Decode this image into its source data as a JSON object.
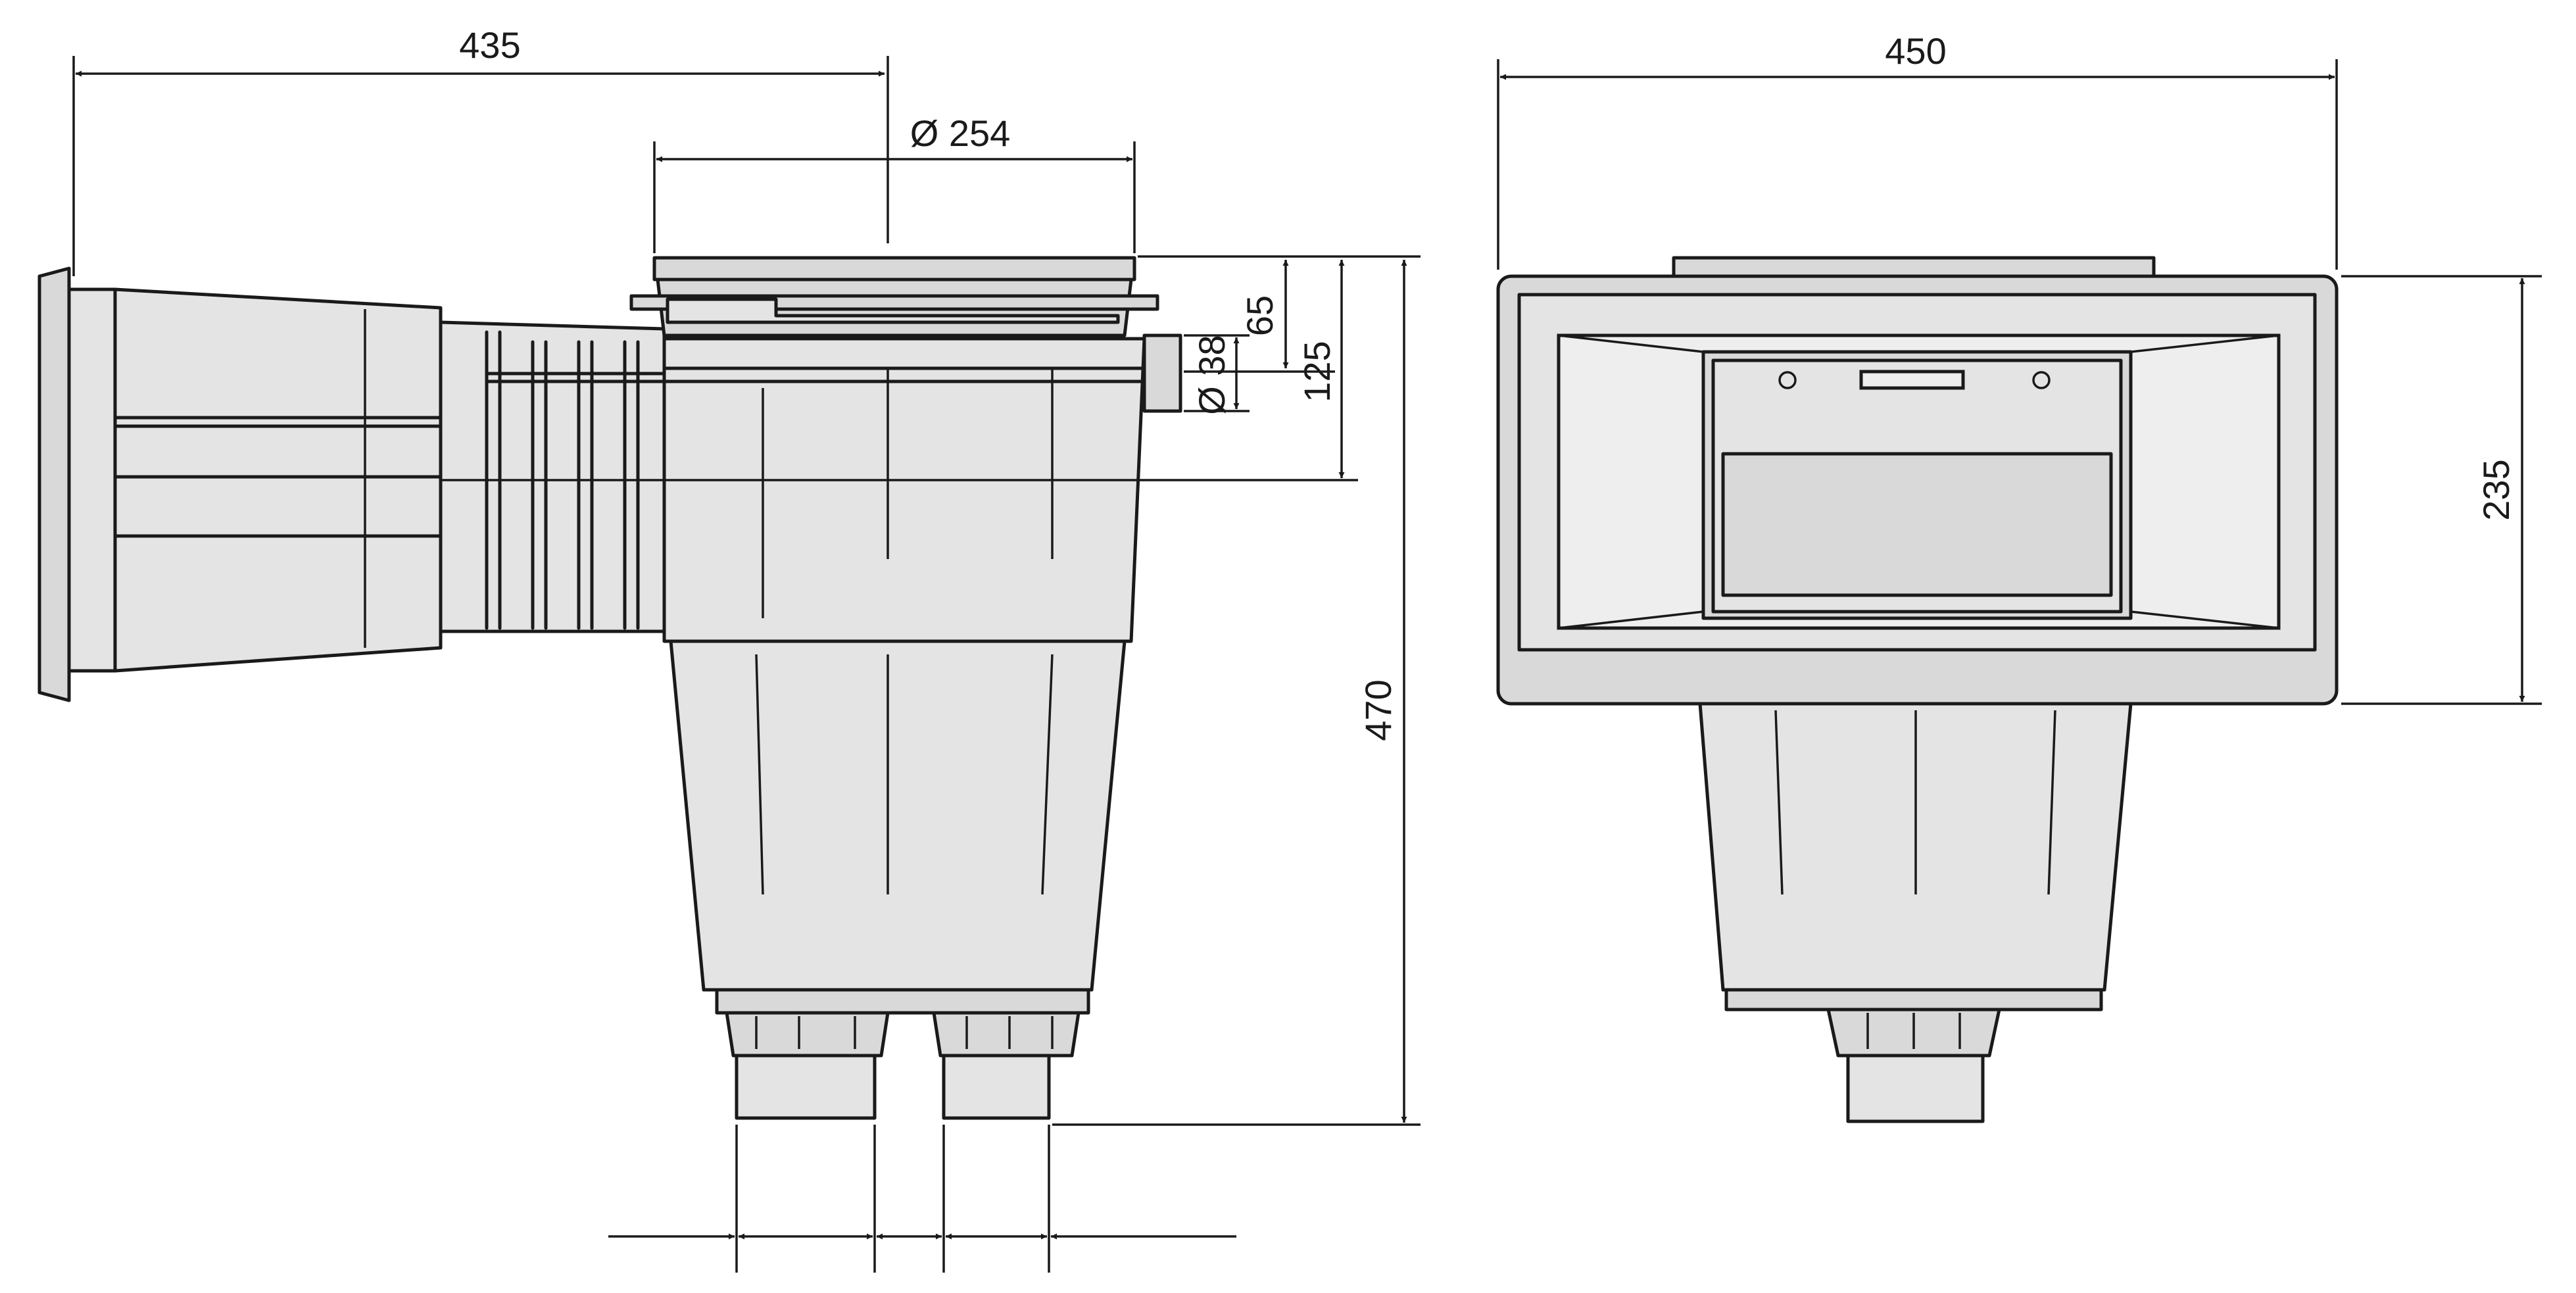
{
  "dimensions": {
    "overall_depth": "435",
    "mouth_diameter": "Ø 254",
    "top_to_pipe_axis": "65",
    "pipe_diameter": "Ø 38",
    "top_to_water_line": "125",
    "overall_height": "470",
    "front_width": "450",
    "front_height": "235"
  }
}
